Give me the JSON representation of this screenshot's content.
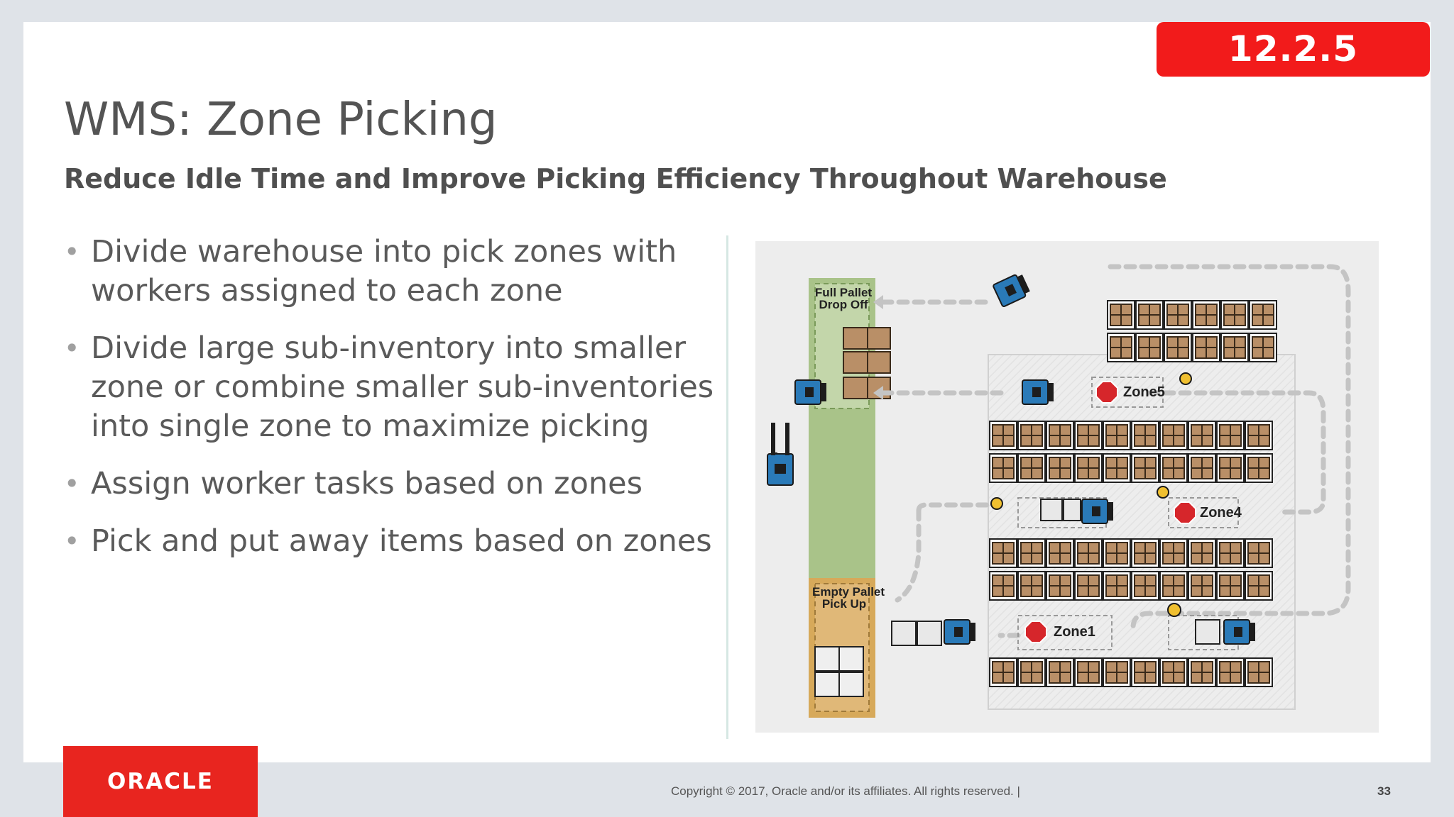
{
  "badge": {
    "version": "12.2.5"
  },
  "slide": {
    "title": "WMS: Zone Picking",
    "subtitle": "Reduce Idle Time and Improve Picking Efficiency Throughout Warehouse",
    "bullets": [
      "Divide warehouse into pick zones with workers assigned to each zone",
      "Divide large sub-inventory into smaller zone or combine smaller sub-inventories into single zone to maximize picking",
      "Assign worker tasks based on zones",
      "Pick and put away items based on zones"
    ]
  },
  "diagram": {
    "full_pallet_label": "Full Pallet\nDrop Off",
    "full_pallet_line1": "Full Pallet",
    "full_pallet_line2": "Drop Off",
    "empty_pallet_line1": "Empty Pallet",
    "empty_pallet_line2": "Pick Up",
    "zones": [
      "Zone5",
      "Zone4",
      "Zone1"
    ],
    "colors": {
      "green_area": "#a9c389",
      "orange_area": "#d7a95a",
      "stop_sign": "#d6262b",
      "shelf_box": "#b98f67",
      "forklift_blue": "#2a7ab8"
    }
  },
  "footer": {
    "logo_text": "ORACLE",
    "copyright": "Copyright © 2017, Oracle and/or its affiliates. All rights reserved.  |",
    "page_number": "33"
  }
}
